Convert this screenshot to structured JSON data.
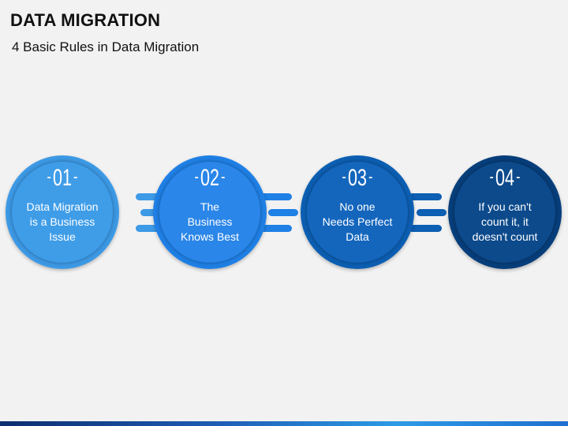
{
  "slide": {
    "title": "DATA MIGRATION",
    "subtitle": "4 Basic Rules in Data Migration"
  },
  "steps": [
    {
      "number": "01",
      "text": "Data Migration is a Business Issue",
      "lines": [
        "Data Migration",
        "is a Business",
        "Issue"
      ],
      "outer_color": "#3d9ae6",
      "inner_color": "#3f9de8"
    },
    {
      "number": "02",
      "text": "The Business Knows Best",
      "lines": [
        "The",
        "Business",
        "Knows Best"
      ],
      "outer_color": "#1f80e6",
      "inner_color": "#2a86e8"
    },
    {
      "number": "03",
      "text": "No one Needs Perfect Data",
      "lines": [
        "No one",
        "Needs Perfect",
        "Data"
      ],
      "outer_color": "#0c5fb3",
      "inner_color": "#1466bd"
    },
    {
      "number": "04",
      "text": "If you can't count it, it doesn't count",
      "lines": [
        "If you can't",
        "count it, it",
        "doesn't count"
      ],
      "outer_color": "#073f7c",
      "inner_color": "#0c4a8c"
    }
  ],
  "colors": {
    "background": "#f2f2f2",
    "connector_1": "#3d9ae6",
    "connector_2": "#1f80e6",
    "connector_3": "#0c5fb3"
  }
}
